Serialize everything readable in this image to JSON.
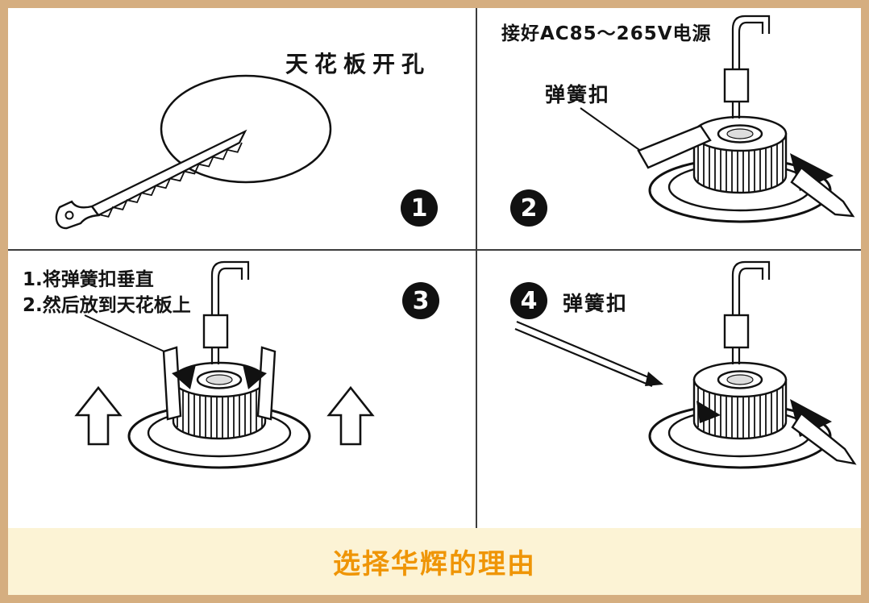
{
  "caption": "选择华辉的理由",
  "panels": [
    {
      "step": "1",
      "title": "天花板开孔"
    },
    {
      "step": "2",
      "power_label": "接好AC85～265V电源",
      "spring_label": "弹簧扣"
    },
    {
      "step": "3",
      "line1": "1.将弹簧扣垂直",
      "line2": "2.然后放到天花板上"
    },
    {
      "step": "4",
      "spring_label": "弹簧扣"
    }
  ],
  "illustrations": {
    "panel1": "saw-cutting-ceiling-hole",
    "panel2": "downlight-with-spring-clips-and-power-cable",
    "panel3": "downlight-clips-vertical-push-up",
    "panel4": "downlight-clips-snapping-into-ceiling"
  },
  "colors": {
    "frame_border": "#d5ae80",
    "diagram_bg": "#ffffff",
    "line_art": "#111111",
    "badge_bg": "#111111",
    "badge_text": "#ffffff",
    "caption_bg": "#fcf3d5",
    "caption_text": "#ef9506"
  }
}
